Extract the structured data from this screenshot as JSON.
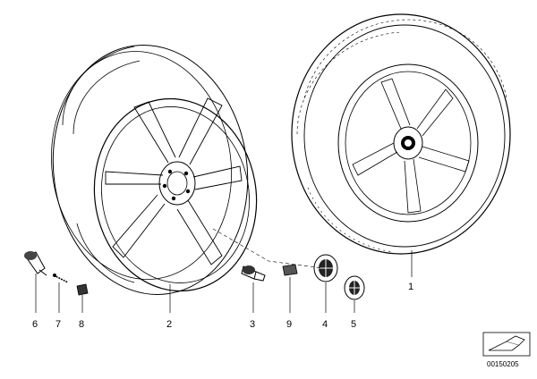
{
  "diagram": {
    "callouts": [
      {
        "id": "6",
        "label": "6"
      },
      {
        "id": "7",
        "label": "7"
      },
      {
        "id": "8",
        "label": "8"
      },
      {
        "id": "2",
        "label": "2"
      },
      {
        "id": "3",
        "label": "3"
      },
      {
        "id": "9",
        "label": "9"
      },
      {
        "id": "4",
        "label": "4"
      },
      {
        "id": "5",
        "label": "5"
      },
      {
        "id": "1",
        "label": "1"
      }
    ],
    "document_number": "00150205",
    "icons": {
      "wheel_rim": "alloy-wheel-rim",
      "complete_wheel": "tire-with-wheel",
      "wheel_bolt": "wheel-bolt",
      "valve": "tire-valve",
      "hub_cap": "hub-cap-emblem",
      "corner_symbol": "folded-sheet-icon"
    }
  }
}
